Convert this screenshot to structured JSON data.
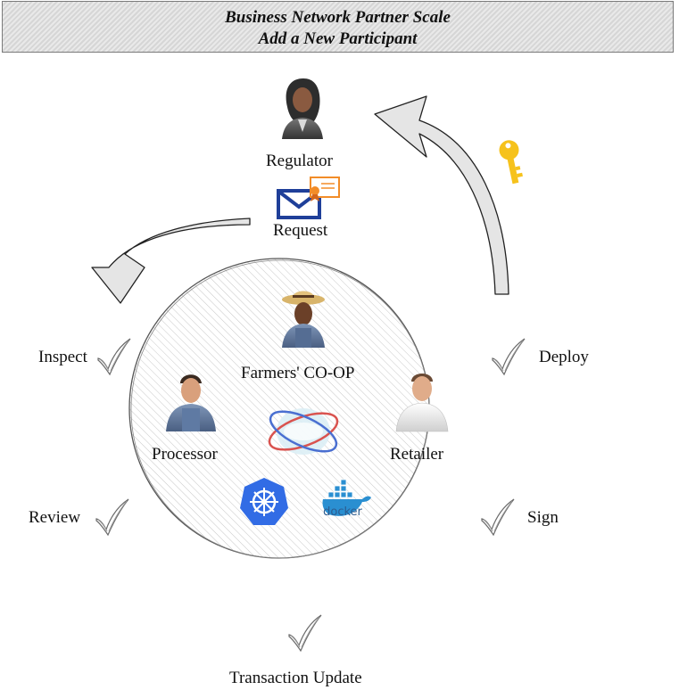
{
  "title": {
    "line1": "Business Network Partner Scale",
    "line2": "Add a New Participant"
  },
  "labels": {
    "regulator": "Regulator",
    "request": "Request",
    "farmers": "Farmers' CO-OP",
    "processor": "Processor",
    "retailer": "Retailer",
    "inspect": "Inspect",
    "review": "Review",
    "transaction": "Transaction Update",
    "deploy": "Deploy",
    "sign": "Sign"
  },
  "logos": {
    "docker": "docker"
  },
  "icons": [
    "regulator-person-icon",
    "envelope-icon",
    "certificate-icon",
    "key-icon",
    "farmer-person-icon",
    "processor-person-icon",
    "retailer-person-icon",
    "network-globe-icon",
    "kubernetes-icon",
    "docker-icon",
    "checkmark-icon"
  ],
  "colors": {
    "envelope": "#1f3f99",
    "certificate": "#f28c28",
    "key": "#f6c21c",
    "kubernetes": "#326ce5",
    "docker": "#2a8fd1",
    "arrow_fill": "#e5e5e5"
  }
}
